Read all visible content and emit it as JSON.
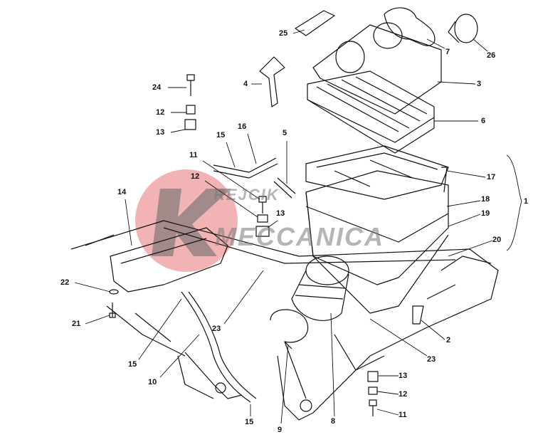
{
  "diagram": {
    "title": "Air intake / air filter box exploded view",
    "watermark": "KREJCIK MECCANICA",
    "colors": {
      "line": "#111111",
      "watermark_circle": "#e88080",
      "watermark_text": "#8c8c8c"
    },
    "callouts": [
      {
        "id": "c25",
        "text": "25"
      },
      {
        "id": "c7",
        "text": "7"
      },
      {
        "id": "c26",
        "text": "26"
      },
      {
        "id": "c3",
        "text": "3"
      },
      {
        "id": "c4",
        "text": "4"
      },
      {
        "id": "c24",
        "text": "24"
      },
      {
        "id": "c12a",
        "text": "12"
      },
      {
        "id": "c13a",
        "text": "13"
      },
      {
        "id": "c6",
        "text": "6"
      },
      {
        "id": "c16",
        "text": "16"
      },
      {
        "id": "c5",
        "text": "5"
      },
      {
        "id": "c15a",
        "text": "15"
      },
      {
        "id": "c11a",
        "text": "11"
      },
      {
        "id": "c17",
        "text": "17"
      },
      {
        "id": "c12b",
        "text": "12"
      },
      {
        "id": "c1",
        "text": "1"
      },
      {
        "id": "c14",
        "text": "14"
      },
      {
        "id": "c18",
        "text": "18"
      },
      {
        "id": "c13b",
        "text": "13"
      },
      {
        "id": "c19",
        "text": "19"
      },
      {
        "id": "c20",
        "text": "20"
      },
      {
        "id": "c22",
        "text": "22"
      },
      {
        "id": "c21",
        "text": "21"
      },
      {
        "id": "c23a",
        "text": "23"
      },
      {
        "id": "c2",
        "text": "2"
      },
      {
        "id": "c23b",
        "text": "23"
      },
      {
        "id": "c15b",
        "text": "15"
      },
      {
        "id": "c10",
        "text": "10"
      },
      {
        "id": "c13c",
        "text": "13"
      },
      {
        "id": "c12c",
        "text": "12"
      },
      {
        "id": "c11b",
        "text": "11"
      },
      {
        "id": "c15c",
        "text": "15"
      },
      {
        "id": "c9",
        "text": "9"
      },
      {
        "id": "c8",
        "text": "8"
      }
    ]
  }
}
